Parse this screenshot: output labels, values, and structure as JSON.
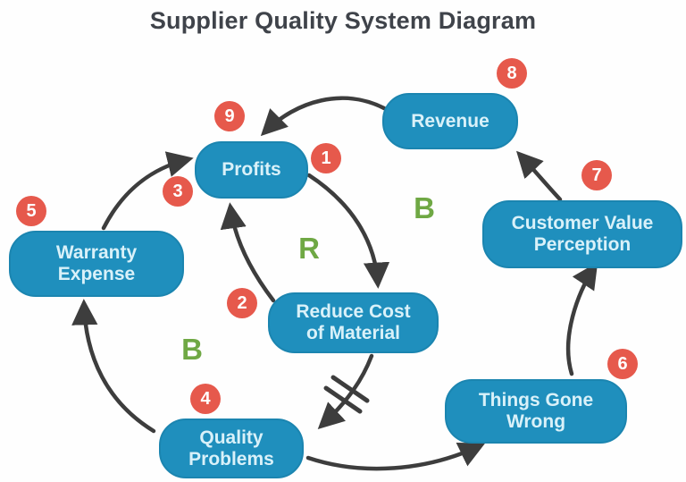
{
  "title": "Supplier Quality System Diagram",
  "colors": {
    "node_fill": "#1f8fbd",
    "node_text": "#d9f1f9",
    "badge_fill": "#e6594c",
    "badge_text": "#ffffff",
    "loop_label_green": "#6fa844",
    "arrow": "#3d3d3d",
    "title_text": "#3f434a"
  },
  "nodes": [
    {
      "id": "profits",
      "label": "Profits"
    },
    {
      "id": "revenue",
      "label": "Revenue"
    },
    {
      "id": "customer-value-perception",
      "label": "Customer Value\nPerception"
    },
    {
      "id": "things-gone-wrong",
      "label": "Things Gone\nWrong"
    },
    {
      "id": "quality-problems",
      "label": "Quality\nProblems"
    },
    {
      "id": "warranty-expense",
      "label": "Warranty\nExpense"
    },
    {
      "id": "reduce-cost-of-material",
      "label": "Reduce Cost\nof Material"
    }
  ],
  "badges": [
    {
      "number": "1"
    },
    {
      "number": "2"
    },
    {
      "number": "3"
    },
    {
      "number": "4"
    },
    {
      "number": "5"
    },
    {
      "number": "6"
    },
    {
      "number": "7"
    },
    {
      "number": "8"
    },
    {
      "number": "9"
    }
  ],
  "loop_labels": [
    {
      "symbol": "R"
    },
    {
      "symbol": "B"
    },
    {
      "symbol": "B"
    }
  ]
}
